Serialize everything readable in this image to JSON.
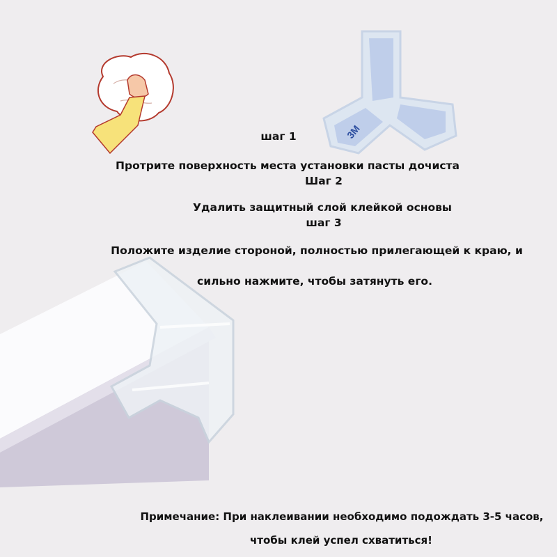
{
  "steps": [
    {
      "label": "шаг 1",
      "text": "Протрите поверхность места установки пасты дочиста"
    },
    {
      "label": "Шаг 2",
      "text": "Удалить защитный слой клейкой основы"
    },
    {
      "label": "шаг 3",
      "text_line1": "Положите изделие стороной, полностью прилегающей к краю, и",
      "text_line2": "сильно нажмите, чтобы затянуть его."
    }
  ],
  "note": {
    "line1": "Примечание: При наклеивании необходимо подождать 3-5 часов,",
    "line2": "чтобы клей успел схватиться!"
  },
  "illustrations": {
    "corner_guard_tape_logo": "3M"
  },
  "colors": {
    "background": "#efedef",
    "text": "#111111",
    "sleeve": "#f7e27a",
    "tape": "#b8c8e8"
  }
}
